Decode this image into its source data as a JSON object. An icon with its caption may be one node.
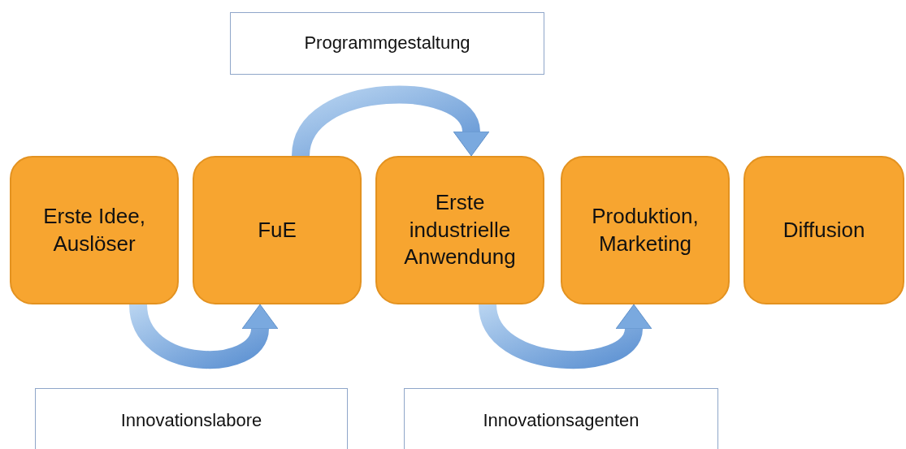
{
  "diagram": {
    "nodes": [
      {
        "text": [
          "Erste Idee, Auslöser"
        ]
      },
      {
        "text": [
          "FuE"
        ]
      },
      {
        "text": [
          "Erste industrielle Anwendung"
        ]
      },
      {
        "text": [
          "Produktion, Marketing"
        ]
      },
      {
        "text": [
          "Diffusion"
        ]
      },
      {
        "text": [
          "Programmgestaltung"
        ]
      },
      {
        "text": [
          "Innovationslabore"
        ]
      },
      {
        "text": [
          "Innovationsagenten"
        ]
      }
    ],
    "edges": [
      {
        "from": 0,
        "to": 1,
        "arrow": "to"
      },
      {
        "from": 1,
        "to": 2,
        "arrow": "to"
      },
      {
        "from": 2,
        "to": 3,
        "arrow": "to"
      }
    ]
  }
}
